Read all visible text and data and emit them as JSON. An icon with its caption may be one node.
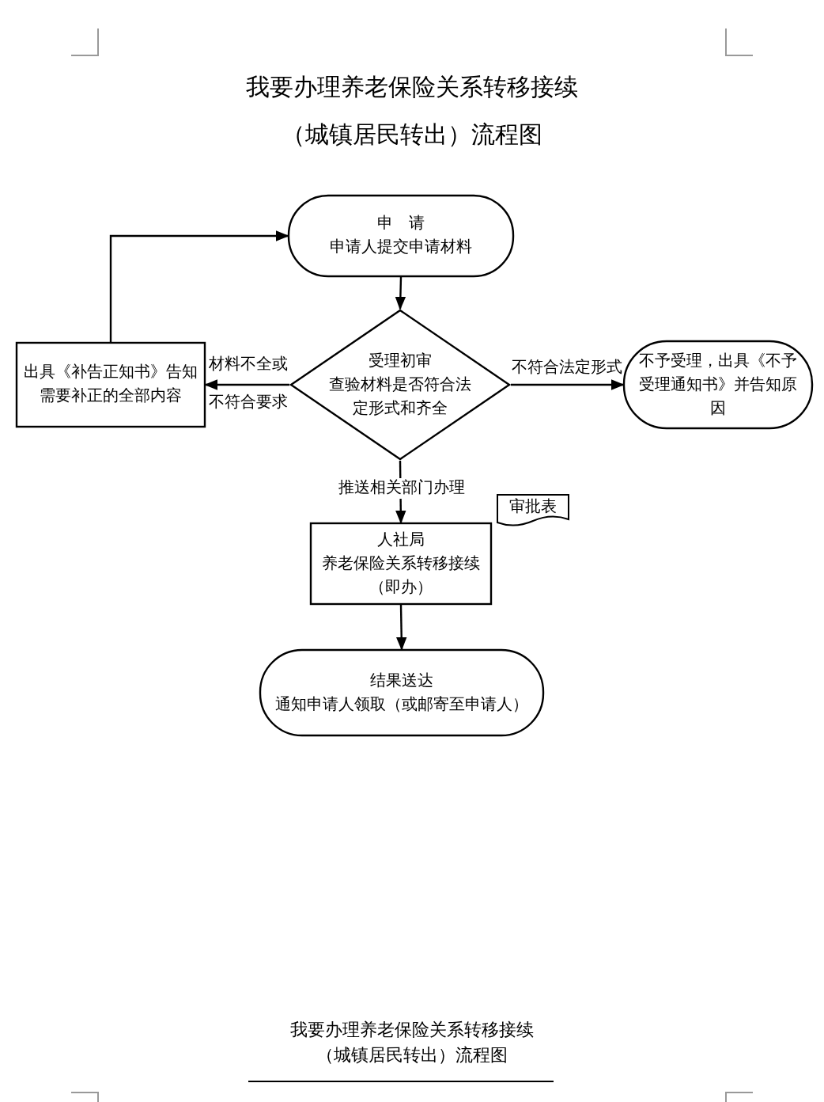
{
  "diagram": {
    "title": "我要办理养老保险关系转移接续（城镇居民转出）流程图",
    "nodes": [
      {
        "text": [
          "申　请",
          "申请人提交申请材料"
        ]
      },
      {
        "text": [
          "受理初审",
          "查验材料是否符合法定形式和齐全"
        ]
      },
      {
        "text": [
          "出具《补告正知书》告知需要补正的全部内容"
        ]
      },
      {
        "text": [
          "不予受理，出具《不予受理通知书》并告知原因"
        ]
      },
      {
        "text": [
          "人社局",
          "养老保险关系转移接续",
          "（即办）"
        ]
      },
      {
        "text": [
          "审批表"
        ]
      },
      {
        "text": [
          "结果送达",
          "通知申请人领取（或邮寄至申请人）"
        ]
      }
    ],
    "edges": [
      {
        "from": 0,
        "to": 1,
        "arrow": "to"
      },
      {
        "from": 1,
        "to": 2,
        "arrow": "to",
        "label": "材料不全或不符合要求"
      },
      {
        "from": 1,
        "to": 3,
        "arrow": "to",
        "label": "不符合法定形式"
      },
      {
        "from": 2,
        "to": 0,
        "arrow": "to"
      },
      {
        "from": 1,
        "to": 4,
        "arrow": "to",
        "label": "推送相关部门办理"
      },
      {
        "from": 4,
        "to": 6,
        "arrow": "to"
      }
    ],
    "labels": [
      "我要办理养老保险关系转移接续",
      "（城镇居民转出）流程图"
    ]
  }
}
